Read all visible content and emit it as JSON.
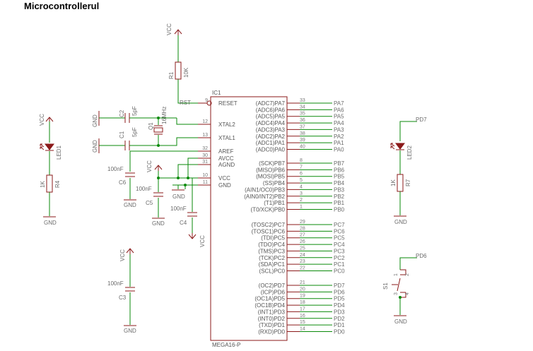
{
  "title": "Microcontrollerul",
  "ic": {
    "ref": "IC1",
    "part": "MEGA16-P",
    "left_pins": [
      {
        "label": "RESET",
        "num": "9"
      },
      {
        "label": "XTAL2",
        "num": "12"
      },
      {
        "label": "XTAL1",
        "num": "13"
      },
      {
        "label": "AREF",
        "num": "32"
      },
      {
        "label": "AVCC",
        "num": "30"
      },
      {
        "label": "AGND",
        "num": "31"
      },
      {
        "label": "VCC",
        "num": "10"
      },
      {
        "label": "GND",
        "num": "11"
      }
    ],
    "right_pins": [
      {
        "label": "(ADC7)PA7",
        "num": "33",
        "net": "PA7"
      },
      {
        "label": "(ADC6)PA6",
        "num": "34",
        "net": "PA6"
      },
      {
        "label": "(ADC5)PA5",
        "num": "35",
        "net": "PA5"
      },
      {
        "label": "(ADC4)PA4",
        "num": "36",
        "net": "PA4"
      },
      {
        "label": "(ADC3)PA3",
        "num": "37",
        "net": "PA3"
      },
      {
        "label": "(ADC2)PA2",
        "num": "38",
        "net": "PA2"
      },
      {
        "label": "(ADC1)PA1",
        "num": "39",
        "net": "PA1"
      },
      {
        "label": "(ADC0)PA0",
        "num": "40",
        "net": "PA0"
      },
      {
        "label": "(SCK)PB7",
        "num": "8",
        "net": "PB7"
      },
      {
        "label": "(MISO)PB6",
        "num": "7",
        "net": "PB6"
      },
      {
        "label": "(MOSI)PB5",
        "num": "6",
        "net": "PB5"
      },
      {
        "label": "(SS)PB4",
        "num": "5",
        "net": "PB4"
      },
      {
        "label": "(AIN1/OC0)PB3",
        "num": "4",
        "net": "PB3"
      },
      {
        "label": "(AIN0/INT2)PB2",
        "num": "3",
        "net": "PB2"
      },
      {
        "label": "(T1)PB1",
        "num": "2",
        "net": "PB1"
      },
      {
        "label": "(T0/XCK)PB0",
        "num": "1",
        "net": "PB0"
      },
      {
        "label": "(TOSC2)PC7",
        "num": "29",
        "net": "PC7"
      },
      {
        "label": "(TOSC1)PC6",
        "num": "28",
        "net": "PC6"
      },
      {
        "label": "(TDI)PC5",
        "num": "27",
        "net": "PC5"
      },
      {
        "label": "(TDO)PC4",
        "num": "26",
        "net": "PC4"
      },
      {
        "label": "(TMS)PC3",
        "num": "25",
        "net": "PC3"
      },
      {
        "label": "(TCK)PC2",
        "num": "24",
        "net": "PC2"
      },
      {
        "label": "(SDA)PC1",
        "num": "23",
        "net": "PC1"
      },
      {
        "label": "(SCL)PC0",
        "num": "22",
        "net": "PC0"
      },
      {
        "label": "(OC2)PD7",
        "num": "21",
        "net": "PD7"
      },
      {
        "label": "(ICP)PD6",
        "num": "20",
        "net": "PD6"
      },
      {
        "label": "(OC1A)PD5",
        "num": "19",
        "net": "PD5"
      },
      {
        "label": "(OC1B)PD4",
        "num": "18",
        "net": "PD4"
      },
      {
        "label": "(INT1)PD3",
        "num": "17",
        "net": "PD3"
      },
      {
        "label": "(INT0)PD2",
        "num": "16",
        "net": "PD2"
      },
      {
        "label": "(TXD)PD1",
        "num": "15",
        "net": "PD1"
      },
      {
        "label": "(RXD)PD0",
        "num": "14",
        "net": "PD0"
      }
    ]
  },
  "nets": {
    "vcc": "VCC",
    "gnd": "GND",
    "rst": "RST",
    "pd7": "PD7",
    "pd6": "PD6"
  },
  "components": {
    "r1": {
      "ref": "R1",
      "value": "10K"
    },
    "r4": {
      "ref": "R4",
      "value": "1K"
    },
    "r7": {
      "ref": "R7",
      "value": "1K"
    },
    "c1": {
      "ref": "C1",
      "value": "5pF"
    },
    "c2": {
      "ref": "C2",
      "value": "5pF"
    },
    "q1": {
      "ref": "Q1",
      "value": "16MHz"
    },
    "c3": {
      "ref": "C3",
      "value": "100nF"
    },
    "c4": {
      "ref": "C4",
      "value": "100nF"
    },
    "c5": {
      "ref": "C5",
      "value": "100nF"
    },
    "c6": {
      "ref": "C6",
      "value": "100nF"
    },
    "led1": {
      "ref": "LED1"
    },
    "led2": {
      "ref": "LED2"
    },
    "s1": {
      "ref": "S1",
      "pins": [
        "1",
        "2",
        "3",
        "4"
      ]
    }
  },
  "colors": {
    "wire": "#0a8a0a",
    "part": "#8b1a1a",
    "text": "#6b6b6b"
  }
}
